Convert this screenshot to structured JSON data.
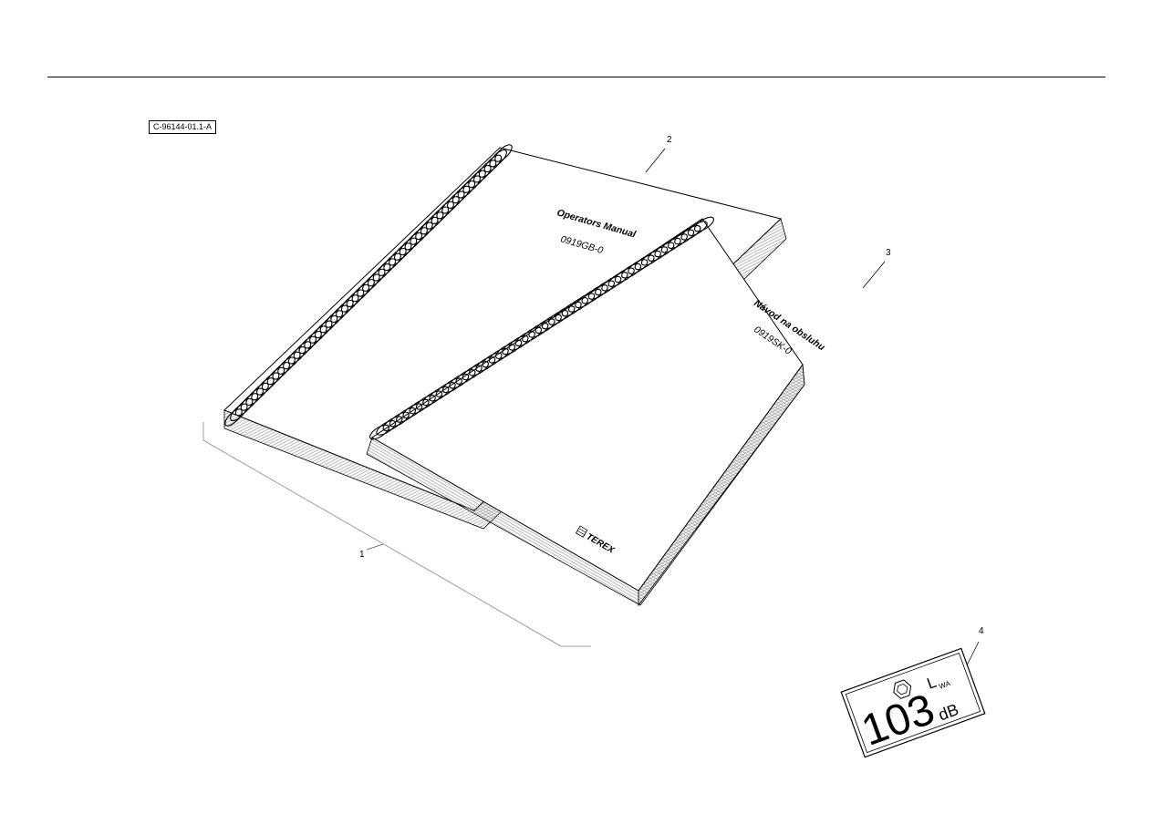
{
  "reference_code": "C-96144-01.1-A",
  "callouts": [
    "1",
    "2",
    "3",
    "4"
  ],
  "manual_english": {
    "title": "Operators Manual",
    "code": "0919GB-0"
  },
  "manual_slovak": {
    "title": "Návod na obsluhu",
    "code": "0919SK-0",
    "brand": "TEREX"
  },
  "noise_label": {
    "value": "103",
    "unit": "dB",
    "symbol_main": "L",
    "symbol_sub": "WA"
  }
}
